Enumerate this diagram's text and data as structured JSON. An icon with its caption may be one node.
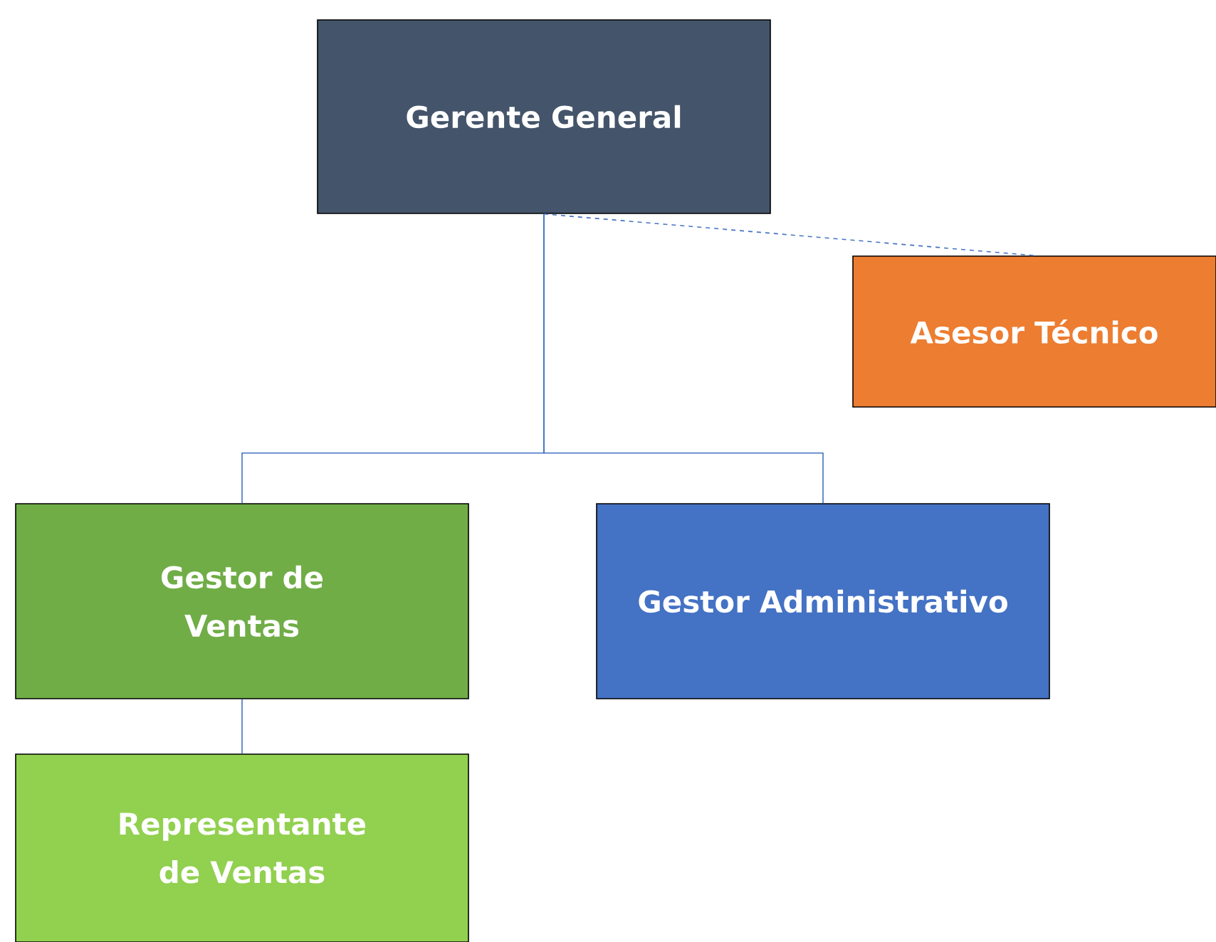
{
  "diagram": {
    "nodes": [
      {
        "text": [
          "Gerente General"
        ]
      },
      {
        "text": [
          "Asesor Técnico"
        ]
      },
      {
        "text": [
          "Gestor de Ventas"
        ]
      },
      {
        "text": [
          "Gestor Administrativo"
        ]
      },
      {
        "text": [
          "Representante de Ventas"
        ]
      }
    ],
    "edges": [
      {
        "from": 0,
        "to": 1,
        "arrow": "none",
        "style": "dashed"
      },
      {
        "from": 0,
        "to": 2,
        "arrow": "none"
      },
      {
        "from": 0,
        "to": 3,
        "arrow": "none"
      },
      {
        "from": 2,
        "to": 4,
        "arrow": "none"
      }
    ]
  }
}
